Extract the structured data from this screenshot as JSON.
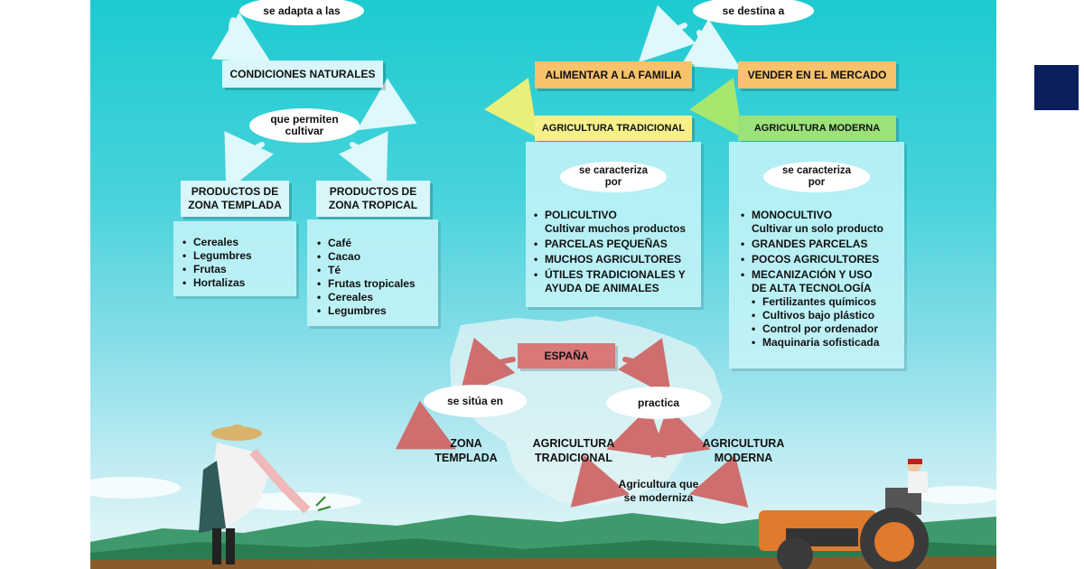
{
  "top": {
    "bubble_left": "se adapta a las",
    "bubble_right": "se destina a"
  },
  "left": {
    "condiciones": "CONDICIONES NATURALES",
    "permiten_line1": "que permiten",
    "permiten_line2": "cultivar",
    "templada": {
      "title_line1": "PRODUCTOS DE",
      "title_line2": "ZONA TEMPLADA",
      "items": [
        "Cereales",
        "Legumbres",
        "Frutas",
        "Hortalizas"
      ]
    },
    "tropical": {
      "title_line1": "PRODUCTOS DE",
      "title_line2": "ZONA TROPICAL",
      "items": [
        "Café",
        "Cacao",
        "Té",
        "Frutas tropicales",
        "Cereales",
        "Legumbres"
      ]
    }
  },
  "right": {
    "alimentar": "ALIMENTAR A LA FAMILIA",
    "vender": "VENDER EN EL MERCADO",
    "tradicional": {
      "title": "AGRICULTURA TRADICIONAL",
      "caracteriza_line1": "se caracteriza",
      "caracteriza_line2": "por",
      "items": [
        {
          "type": "b",
          "text": "POLICULTIVO"
        },
        {
          "type": "cont",
          "text": "Cultivar muchos productos"
        },
        {
          "type": "b",
          "text": "PARCELAS PEQUEÑAS"
        },
        {
          "type": "b",
          "text": "MUCHOS AGRICULTORES"
        },
        {
          "type": "b",
          "text": "ÚTILES TRADICIONALES Y"
        },
        {
          "type": "cont",
          "text": "AYUDA DE ANIMALES"
        }
      ]
    },
    "moderna": {
      "title": "AGRICULTURA MODERNA",
      "caracteriza_line1": "se caracteriza",
      "caracteriza_line2": "por",
      "items": [
        {
          "type": "b",
          "text": "MONOCULTIVO"
        },
        {
          "type": "cont",
          "text": "Cultivar un solo producto"
        },
        {
          "type": "b",
          "text": "GRANDES PARCELAS"
        },
        {
          "type": "b",
          "text": "POCOS AGRICULTORES"
        },
        {
          "type": "b",
          "text": "MECANIZACIÓN Y USO"
        },
        {
          "type": "cont",
          "text": "DE ALTA TECNOLOGÍA"
        },
        {
          "type": "sub",
          "text": "Fertilizantes químicos"
        },
        {
          "type": "sub",
          "text": "Cultivos bajo plástico"
        },
        {
          "type": "sub",
          "text": "Control por ordenador"
        },
        {
          "type": "sub",
          "text": "Maquinaria sofisticada"
        }
      ]
    }
  },
  "espana": {
    "title": "ESPAÑA",
    "situa": "se sitúa en",
    "practica": "practica",
    "zona_line1": "ZONA",
    "zona_line2": "TEMPLADA",
    "trad_line1": "AGRICULTURA",
    "trad_line2": "TRADICIONAL",
    "mod_line1": "AGRICULTURA",
    "mod_line2": "MODERNA",
    "moderniza_line1": "Agricultura que",
    "moderniza_line2": "se moderniza"
  },
  "colors": {
    "label_cyan": "#d9f7fa",
    "label_orange": "#f6c26b",
    "label_yellow": "#f5f08a",
    "label_green": "#9be27a",
    "label_espana": "#d97878",
    "arrow_white": "#dff8fb",
    "arrow_yellow": "#e8f07a",
    "arrow_green": "#a6e86e",
    "arrow_red": "#cf6e6e",
    "navy": "#0a1f5c"
  }
}
